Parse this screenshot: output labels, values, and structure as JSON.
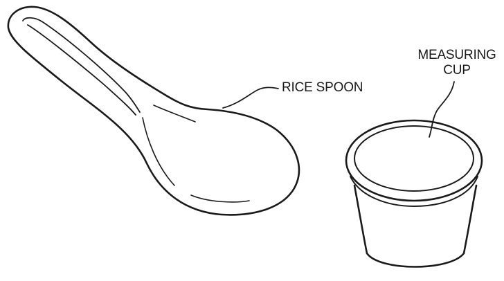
{
  "diagram": {
    "items": [
      {
        "id": "rice-spoon",
        "label": "RICE SPOON"
      },
      {
        "id": "measuring-cup",
        "label_line1": "MEASURING",
        "label_line2": "CUP"
      }
    ],
    "colors": {
      "ink": "#1a1a1a",
      "background": "#ffffff"
    }
  }
}
